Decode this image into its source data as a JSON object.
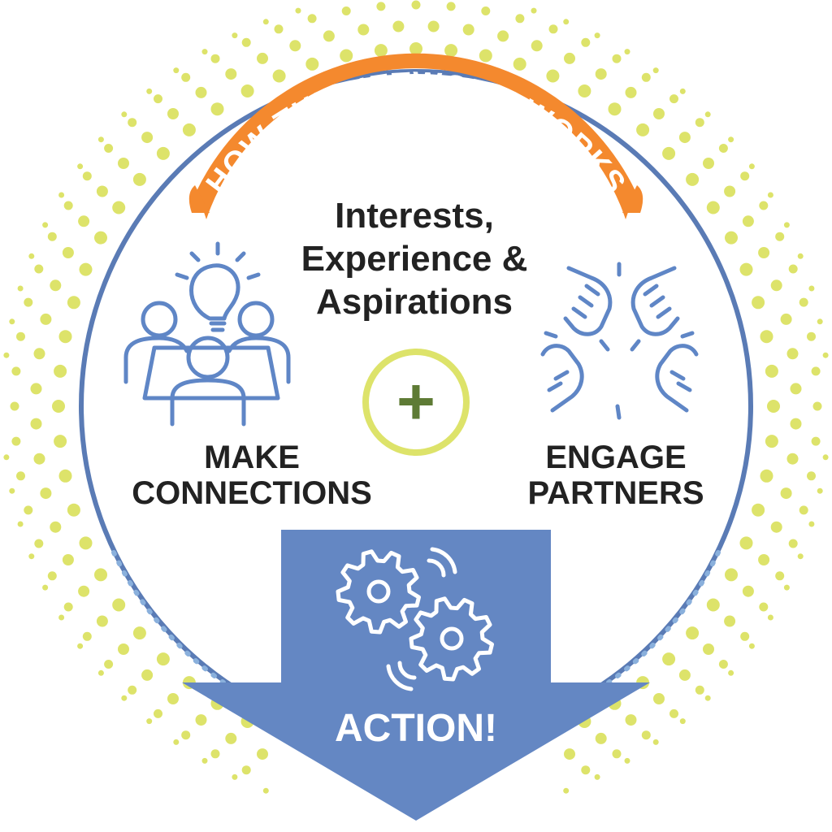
{
  "banner": {
    "title": "HOW THE NETWORK WORKS"
  },
  "center": {
    "line1": "Interests,",
    "line2": "Experience &",
    "line3": "Aspirations"
  },
  "plus_symbol": "+",
  "left": {
    "line1": "MAKE",
    "line2": "CONNECTIONS"
  },
  "right": {
    "line1": "ENGAGE",
    "line2": "PARTNERS"
  },
  "arrow": {
    "label": "ACTION!"
  },
  "colors": {
    "dots": "#dde36a",
    "ring": "#5a7bb5",
    "banner": "#f4892e",
    "icon_stroke": "#5f86c6",
    "plus_ring": "#dde36a",
    "plus": "#5e7b35",
    "arrow": "#6487c3",
    "text_dark": "#222222",
    "text_light": "#ffffff"
  },
  "icons": {
    "left": "meeting-lightbulb-icon",
    "right": "fist-bump-icon",
    "arrow": "gears-icon"
  }
}
